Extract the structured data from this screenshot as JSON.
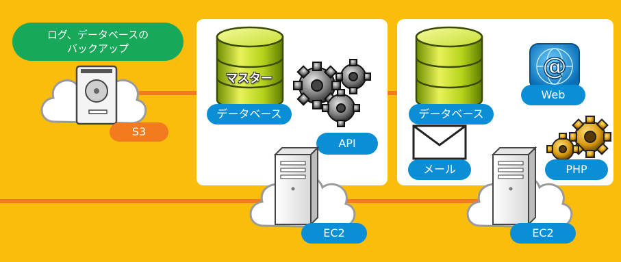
{
  "colors": {
    "background": "#fbbd0b",
    "connector": "#f47a1f",
    "label_blue": "#0a8fd6",
    "label_orange": "#f47a1f",
    "label_green": "#18a85a",
    "database_green": "#b5d21b"
  },
  "backup_callout": {
    "line1": "ログ、データベースの",
    "line2": "バックアップ"
  },
  "storage": {
    "icon": "hard-drive-icon",
    "label": "S3"
  },
  "panel_left": {
    "database_overlay": "マスター",
    "database_label": "データベース",
    "api_icon": "gears-icon",
    "api_label": "API",
    "server_label": "EC2"
  },
  "panel_right": {
    "database_label": "データベース",
    "mail_icon": "envelope-icon",
    "mail_label": "メール",
    "web_icon": "at-sign-icon",
    "web_label": "Web",
    "php_icon": "gears-icon",
    "php_label": "PHP",
    "server_label": "EC2"
  }
}
